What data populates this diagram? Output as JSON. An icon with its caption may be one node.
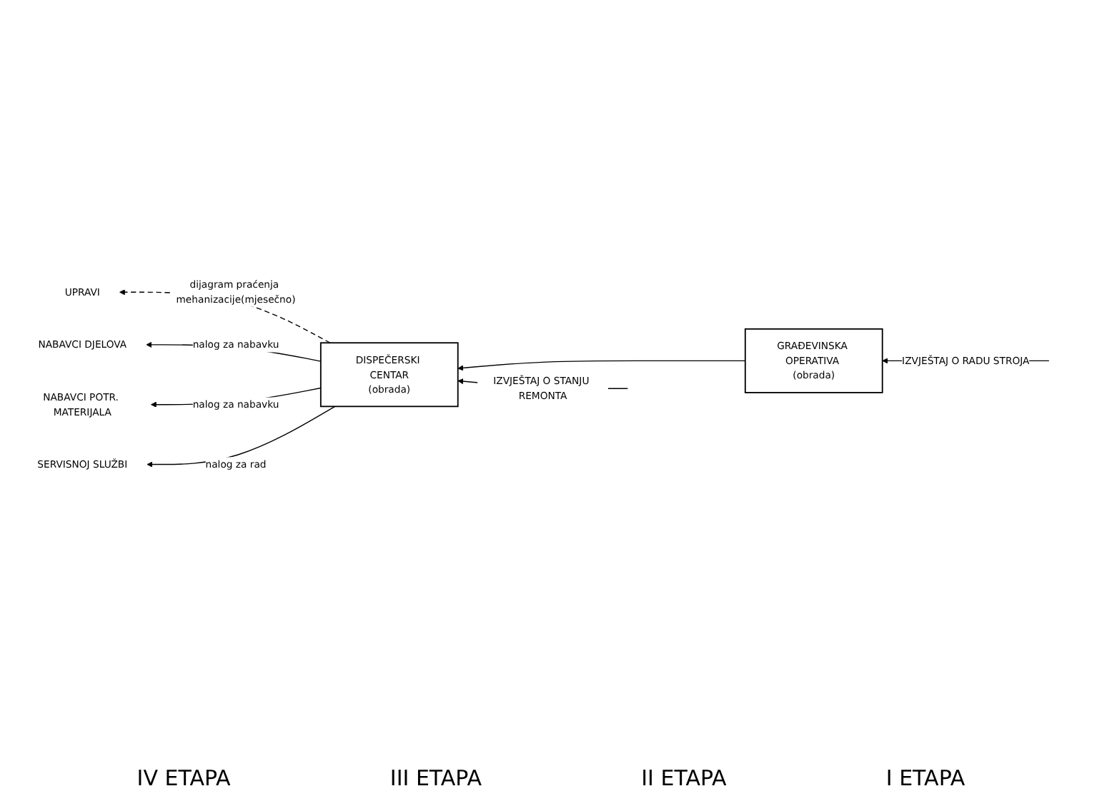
{
  "diagram": {
    "nodes": [
      {
        "text": [
          "UPRAVI"
        ]
      },
      {
        "text": [
          "NABAVCI DJELOVA"
        ]
      },
      {
        "text": [
          "NABAVCI POTR. MATERIJALA"
        ]
      },
      {
        "text": [
          "SERVISNOJ SLUŽBI"
        ]
      },
      {
        "text": [
          "DISPEČERSKI CENTAR",
          "(obrada)"
        ]
      },
      {
        "text": [
          "GRAĐEVINSKA OPERATIVA (obrada)"
        ]
      }
    ],
    "edges": [
      {
        "from": 4,
        "to": 0,
        "arrow": "to",
        "label": "dijagram praćenja mehanizacije(mjesečno)",
        "style": "dashed"
      },
      {
        "from": 4,
        "to": 1,
        "arrow": "to",
        "label": "nalog za nabavku"
      },
      {
        "from": 4,
        "to": 2,
        "arrow": "to",
        "label": "nalog za nabavku"
      },
      {
        "from": 4,
        "to": 3,
        "arrow": "to",
        "label": "nalog za rad"
      },
      {
        "from": null,
        "to": 5,
        "arrow": "to",
        "label": "IZVJEŠTAJ O RADU STROJA"
      },
      {
        "from": 5,
        "to": 4,
        "arrow": "to"
      },
      {
        "from": null,
        "to": 4,
        "arrow": "to",
        "label": "IZVJEŠTAJ O STANJU REMONTA"
      }
    ],
    "labels": [
      "IV ETAPA",
      "III ETAPA",
      "II ETAPA",
      "I ETAPA"
    ]
  }
}
